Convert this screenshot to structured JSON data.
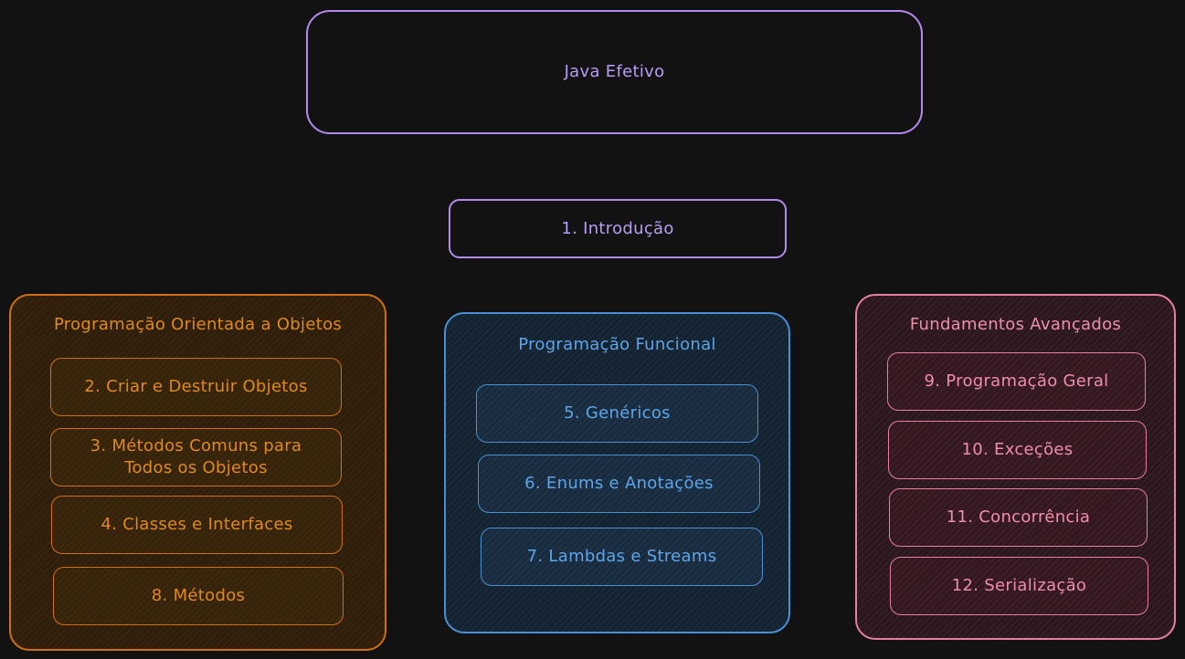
{
  "title": "Java Efetivo",
  "intro": "1. Introdução",
  "colors": {
    "background": "#121212",
    "purple": "#b48af0",
    "orange": "#d2700f",
    "blue": "#4a8ed6",
    "pink": "#e87ea2"
  },
  "groups": {
    "oop": {
      "title": "Programação Orientada a Objetos",
      "items": [
        "2. Criar e Destruir Objetos",
        "3. Métodos Comuns para Todos os Objetos",
        "4. Classes e Interfaces",
        "8. Métodos"
      ]
    },
    "functional": {
      "title": "Programação Funcional",
      "items": [
        "5. Genéricos",
        "6. Enums e Anotações",
        "7. Lambdas e Streams"
      ]
    },
    "advanced": {
      "title": "Fundamentos Avançados",
      "items": [
        "9. Programação Geral",
        "10. Exceções",
        "11. Concorrência",
        "12. Serialização"
      ]
    }
  }
}
